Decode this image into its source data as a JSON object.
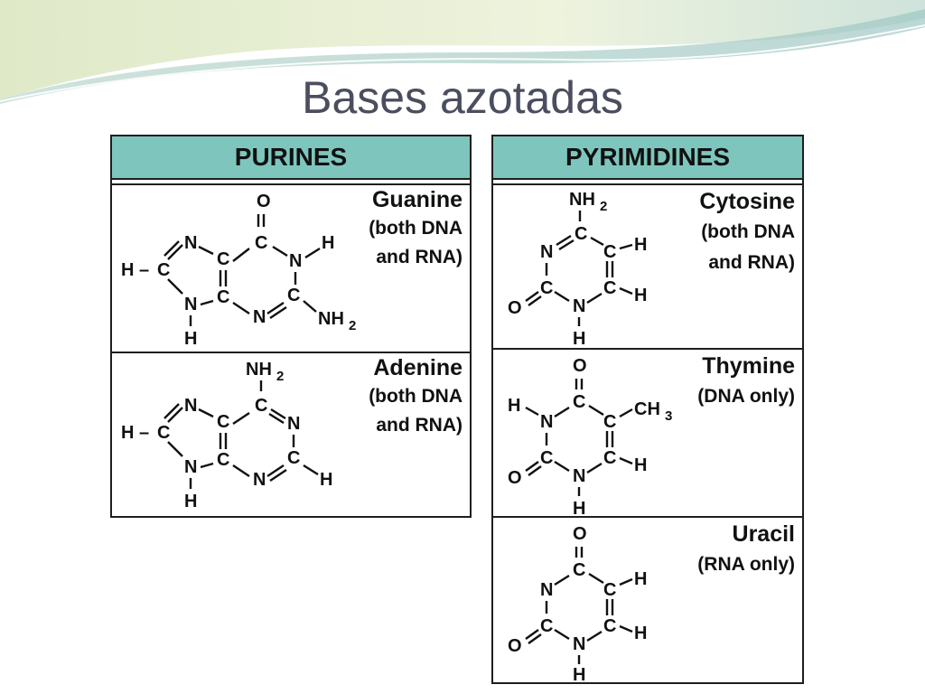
{
  "slide": {
    "title": "Bases azotadas"
  },
  "purines": {
    "header": "PURINES",
    "guanine": {
      "name": "Guanine",
      "note_line1": "(both DNA",
      "note_line2": "and RNA)"
    },
    "adenine": {
      "name": "Adenine",
      "note_line1": "(both DNA",
      "note_line2": "and RNA)"
    }
  },
  "pyrimidines": {
    "header": "PYRIMIDINES",
    "cytosine": {
      "name": "Cytosine",
      "note_line1": "(both DNA",
      "note_line2": "and RNA)"
    },
    "thymine": {
      "name": "Thymine",
      "note_line1": "(DNA only)"
    },
    "uracil": {
      "name": "Uracil",
      "note_line1": "(RNA only)"
    }
  },
  "atoms": {
    "C": "C",
    "N": "N",
    "O": "O",
    "H": "H",
    "nh2": "NH",
    "nh2_sub": "2",
    "ch3": "CH",
    "ch3_sub": "3",
    "h_dash": "H –"
  },
  "colors": {
    "header_fill": "#7ec6bd",
    "title": "#4a4e5e",
    "ink": "#111111"
  }
}
